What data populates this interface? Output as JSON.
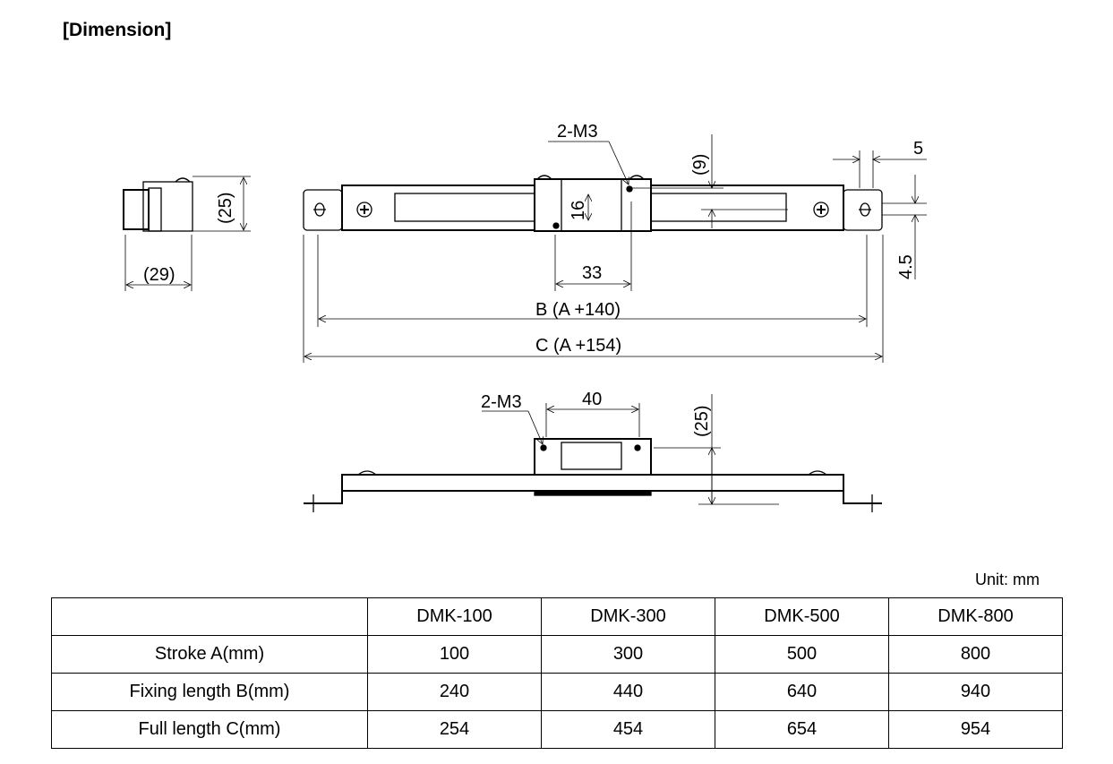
{
  "title": "[Dimension]",
  "drawing": {
    "label_m3_top": "2-M3",
    "label_9": "(9)",
    "label_5": "5",
    "label_16": "16",
    "label_45": "4.5",
    "label_33": "33",
    "label_b": "B (A +140)",
    "label_c": "C (A +154)",
    "label_25_end": "(25)",
    "label_29": "(29)",
    "label_m3_bottom": "2-M3",
    "label_40": "40",
    "label_25_side": "(25)"
  },
  "unit": "Unit: mm",
  "table": {
    "headers": [
      "",
      "DMK-100",
      "DMK-300",
      "DMK-500",
      "DMK-800"
    ],
    "rows": [
      {
        "label": "Stroke A(mm)",
        "values": [
          "100",
          "300",
          "500",
          "800"
        ]
      },
      {
        "label": "Fixing length B(mm)",
        "values": [
          "240",
          "440",
          "640",
          "940"
        ]
      },
      {
        "label": "Full length C(mm)",
        "values": [
          "254",
          "454",
          "654",
          "954"
        ]
      }
    ]
  }
}
